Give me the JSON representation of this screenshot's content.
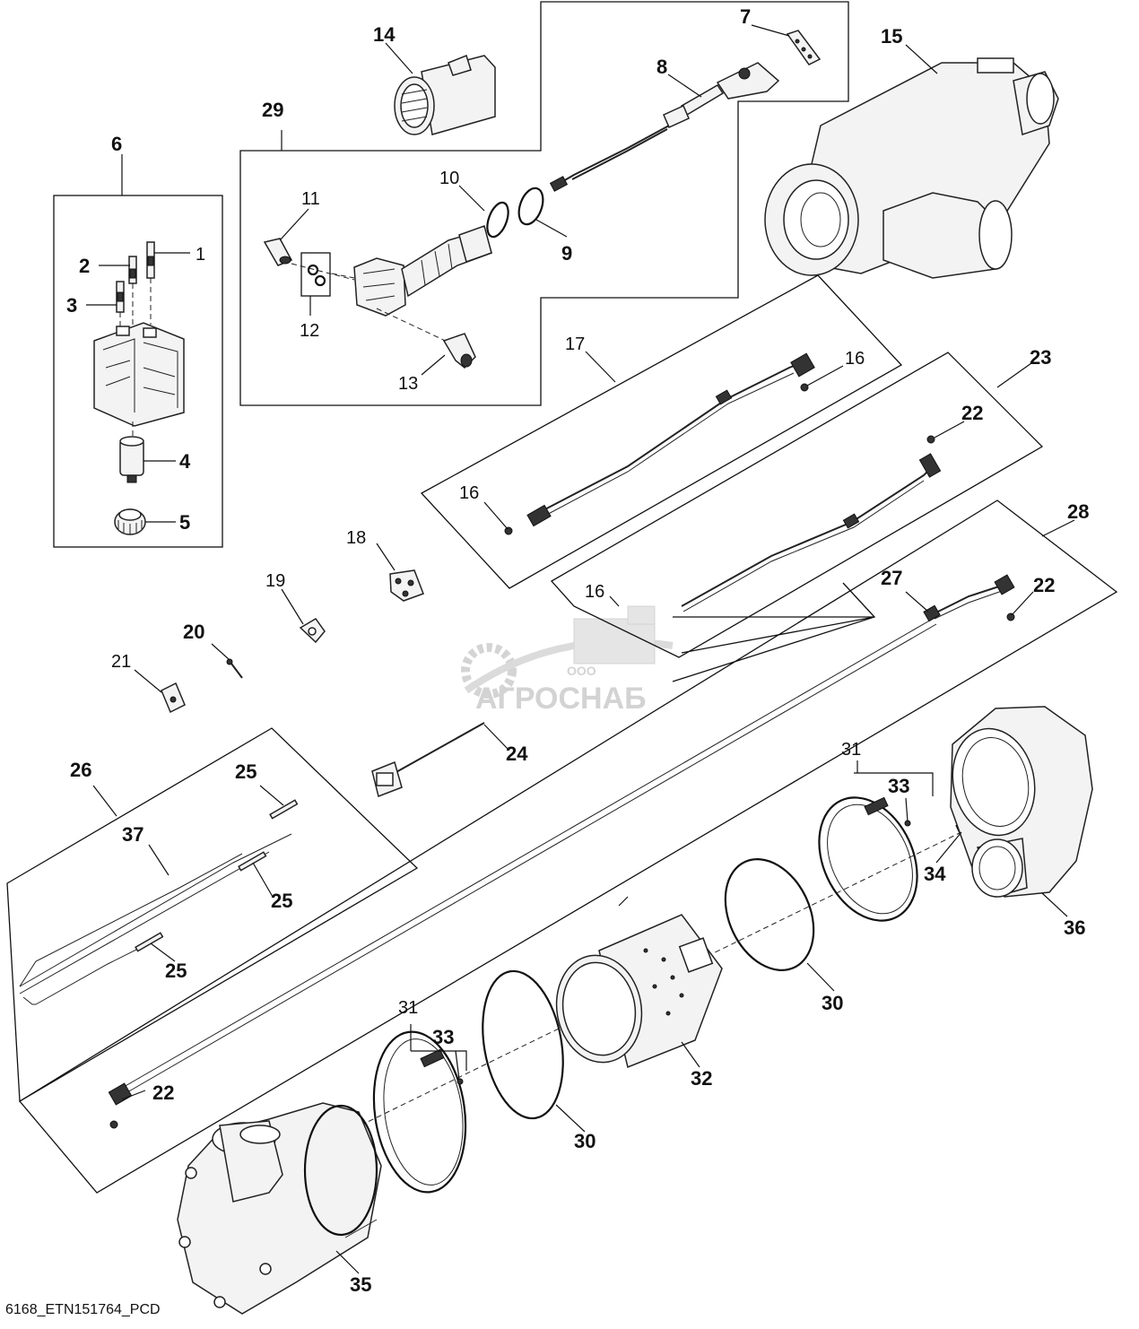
{
  "diagram": {
    "caption": "6168_ETN151764_PCD",
    "watermark": {
      "small_text": "ООО",
      "big_text": "АГРОСНАБ"
    },
    "callouts": {
      "c1": "1",
      "c2": "2",
      "c3": "3",
      "c4": "4",
      "c5": "5",
      "c6": "6",
      "c7": "7",
      "c8": "8",
      "c9": "9",
      "c10": "10",
      "c11": "11",
      "c12": "12",
      "c13": "13",
      "c14": "14",
      "c15": "15",
      "c16a": "16",
      "c16b": "16",
      "c16c": "16",
      "c17": "17",
      "c18": "18",
      "c19": "19",
      "c20": "20",
      "c21": "21",
      "c22a": "22",
      "c22b": "22",
      "c22c": "22",
      "c23": "23",
      "c24": "24",
      "c25a": "25",
      "c25b": "25",
      "c25c": "25",
      "c26": "26",
      "c27": "27",
      "c28": "28",
      "c29": "29",
      "c30a": "30",
      "c30b": "30",
      "c31a": "31",
      "c31b": "31",
      "c32": "32",
      "c33a": "33",
      "c33b": "33",
      "c34": "34",
      "c35": "35",
      "c36": "36",
      "c37": "37"
    }
  }
}
